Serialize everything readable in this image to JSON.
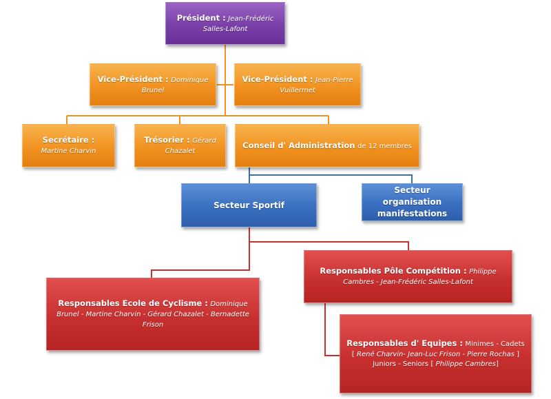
{
  "president": {
    "role": "Président :",
    "name": "Jean-Frédéric Salles-Lafont"
  },
  "vp1": {
    "role": "Vice-Président :",
    "name": "Dominique Brunel"
  },
  "vp2": {
    "role": "Vice-Président :",
    "name": "Jean-Pierre Vuillermet"
  },
  "secretaire": {
    "role": "Secrétaire :",
    "name": "Martine Charvin"
  },
  "tresorier": {
    "role": "Trésorier :",
    "name": "Gérard Chazalet"
  },
  "conseil": {
    "role": "Conseil d' Administration",
    "detail": "de 12 membres"
  },
  "secteur_sportif": {
    "label": "Secteur Sportif"
  },
  "secteur_orga": {
    "label": "Secteur organisation manifestations"
  },
  "ecole": {
    "role": "Responsables  Ecole de Cyclisme :",
    "names": "Dominique Brunel - Martine Charvin - Gérard Chazalet - Bernadette Frison"
  },
  "competition": {
    "role": "Responsables Pôle Compétition :",
    "names": "Philippe Cambres  - Jean-Frédéric Salles-Lafont"
  },
  "equipes": {
    "role": "Responsables d' Equipes :",
    "cat1": "Minimes - Cadets",
    "names1": "René Charvin- Jean-Luc Frison - Pierre Rochas",
    "cat2": "Juniors - Seniors",
    "names2": "Philippe Cambres"
  },
  "colors": {
    "purple": "#7a40a8",
    "orange": "#f19220",
    "blue": "#3a6fc0",
    "red": "#c8302f"
  }
}
